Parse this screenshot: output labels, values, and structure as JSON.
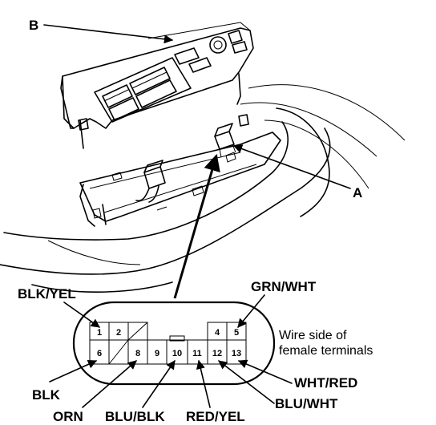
{
  "callouts": {
    "b": "B",
    "a": "A"
  },
  "connector": {
    "terminals_top": [
      "1",
      "2",
      "4",
      "5"
    ],
    "terminals_bottom": [
      "6",
      "8",
      "9",
      "10",
      "11",
      "12",
      "13"
    ],
    "note_line1": "Wire side of",
    "note_line2": "female terminals"
  },
  "wires": {
    "blk_yel": "BLK/YEL",
    "grn_wht": "GRN/WHT",
    "blk": "BLK",
    "orn": "ORN",
    "blu_blk": "BLU/BLK",
    "red_yel": "RED/YEL",
    "blu_wht": "BLU/WHT",
    "wht_red": "WHT/RED"
  }
}
